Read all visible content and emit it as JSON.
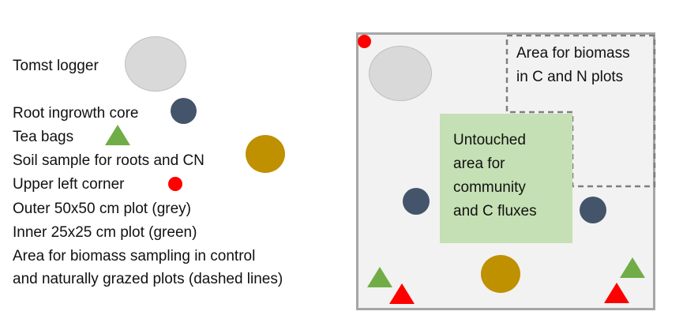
{
  "legend": {
    "tomst_logger": "Tomst logger",
    "root_core": "Root ingrowth core",
    "tea_bags": "Tea bags",
    "soil_sample": "Soil sample for roots and CN",
    "upper_left": "Upper left corner",
    "outer_plot": "Outer 50x50 cm plot (grey)",
    "inner_plot": "Inner 25x25 cm plot (green)",
    "biomass_line1": "Area for biomass sampling in control",
    "biomass_line2": "and naturally grazed plots (dashed lines)"
  },
  "plot": {
    "biomass_line1": "Area for biomass",
    "biomass_line2": "in C and N plots",
    "untouched_line1": "Untouched",
    "untouched_line2": "area for",
    "untouched_line3": "community",
    "untouched_line4": "and C fluxes"
  },
  "colors": {
    "logger": "#d9d9d9",
    "logger_border": "#bfbfbf",
    "root_core": "#44546a",
    "tea_bags": "#70ad47",
    "soil_sample": "#bf9000",
    "corner": "#ff0000",
    "outer_fill": "#f2f2f2",
    "outer_border": "#a6a6a6",
    "inner_fill": "#c5e0b4",
    "dash": "#7f7f7f"
  }
}
